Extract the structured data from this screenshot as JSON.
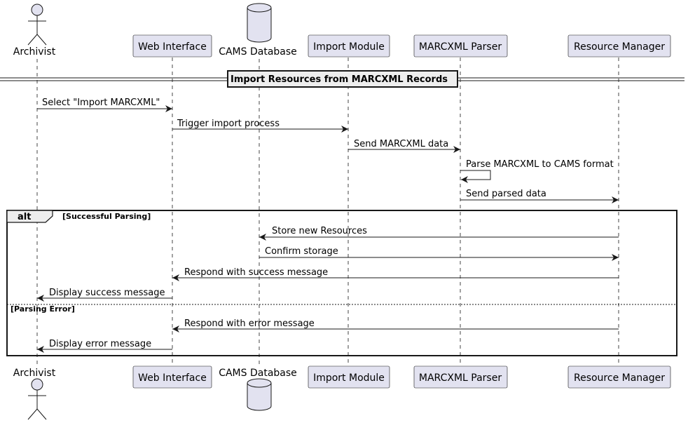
{
  "participants": [
    {
      "id": "archivist",
      "label": "Archivist",
      "kind": "actor"
    },
    {
      "id": "web",
      "label": "Web Interface",
      "kind": "box"
    },
    {
      "id": "db",
      "label": "CAMS Database",
      "kind": "database"
    },
    {
      "id": "import",
      "label": "Import Module",
      "kind": "box"
    },
    {
      "id": "parser",
      "label": "MARCXML Parser",
      "kind": "box"
    },
    {
      "id": "resource",
      "label": "Resource Manager",
      "kind": "box"
    }
  ],
  "divider": {
    "label": "Import Resources from MARCXML Records"
  },
  "messages": [
    {
      "from": "archivist",
      "to": "web",
      "label": "Select \"Import MARCXML\""
    },
    {
      "from": "web",
      "to": "import",
      "label": "Trigger import process"
    },
    {
      "from": "import",
      "to": "parser",
      "label": "Send MARCXML data"
    },
    {
      "from": "parser",
      "to": "parser",
      "label": "Parse MARCXML to CAMS format"
    },
    {
      "from": "parser",
      "to": "resource",
      "label": "Send parsed data"
    },
    {
      "from": "resource",
      "to": "db",
      "label": "Store new Resources"
    },
    {
      "from": "db",
      "to": "resource",
      "label": "Confirm storage"
    },
    {
      "from": "resource",
      "to": "web",
      "label": "Respond with success message"
    },
    {
      "from": "web",
      "to": "archivist",
      "label": "Display success message"
    },
    {
      "from": "resource",
      "to": "web",
      "label": "Respond with error message"
    },
    {
      "from": "web",
      "to": "archivist",
      "label": "Display error message"
    }
  ],
  "alt": {
    "keyword": "alt",
    "success_guard": "[Successful Parsing]",
    "error_guard": "[Parsing Error]"
  },
  "colors": {
    "participant_fill": "#e2e2f0",
    "participant_stroke": "#181818",
    "line": "#181818",
    "lifeline": "#181818"
  }
}
